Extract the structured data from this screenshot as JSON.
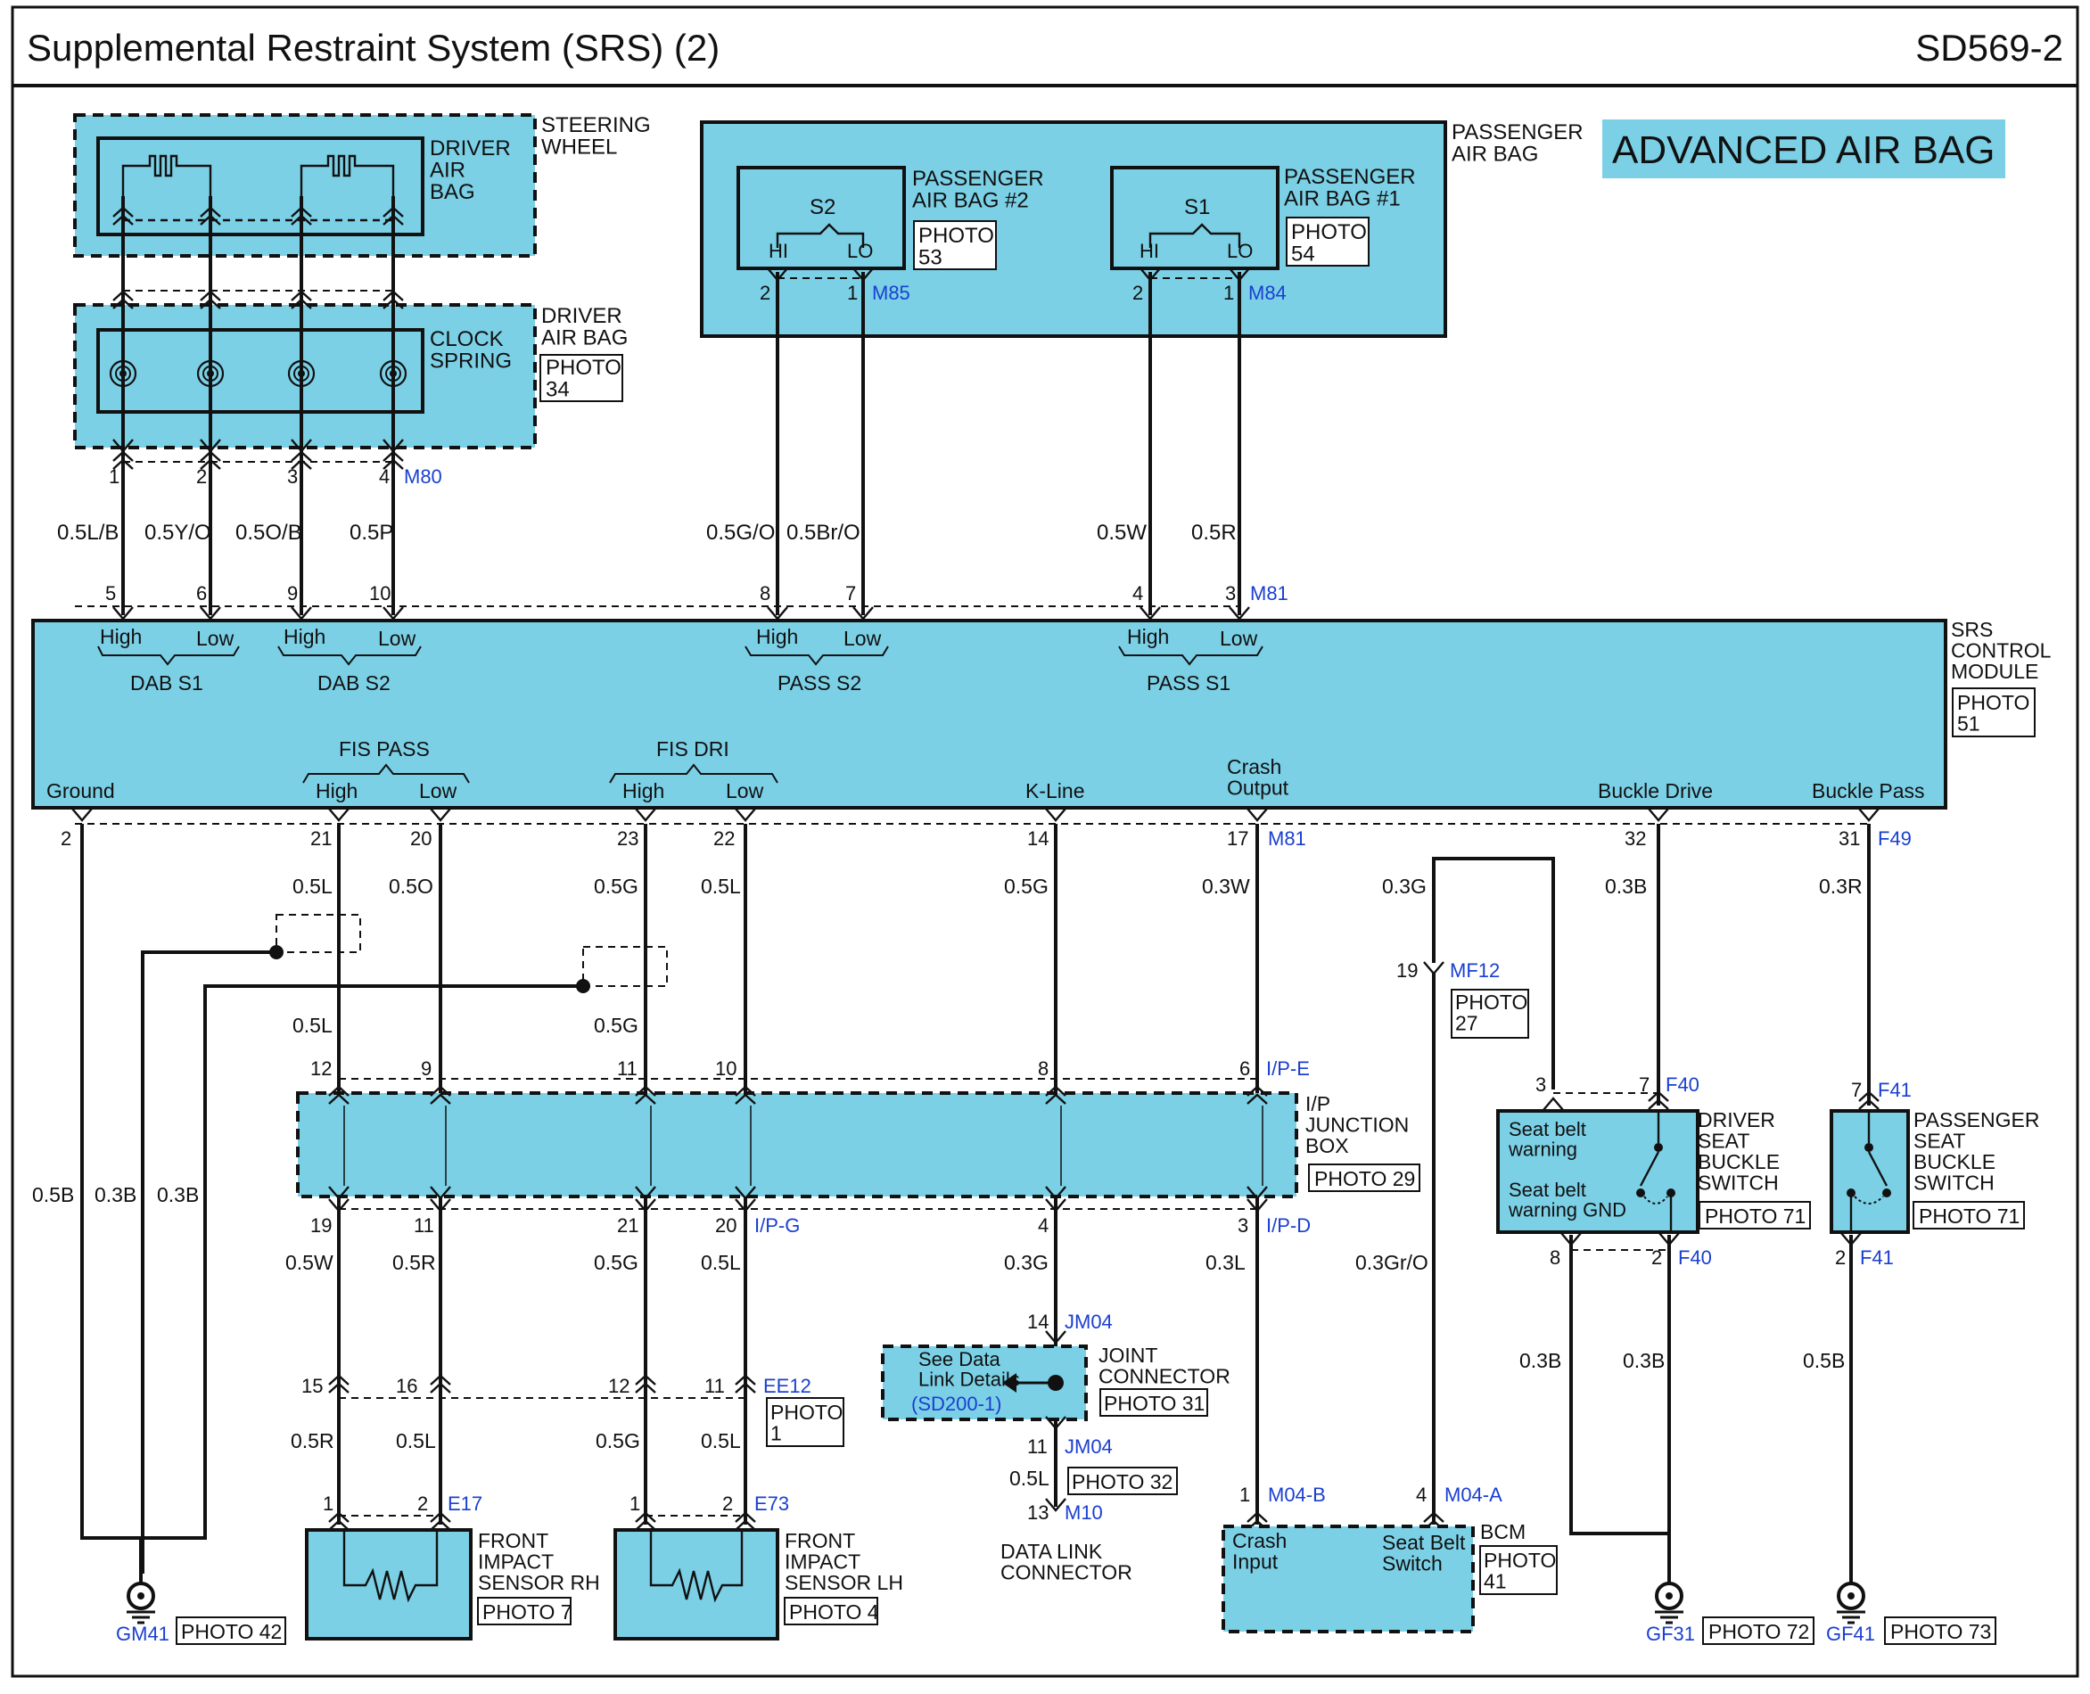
{
  "header": {
    "title": "Supplemental Restraint System (SRS) (2)",
    "code": "SD569-2"
  },
  "banner": "ADVANCED AIR BAG",
  "components": {
    "steering_wheel": "STEERING\nWHEEL",
    "driver_air_bag": "DRIVER\nAIR\nBAG",
    "clock_spring": "CLOCK\nSPRING",
    "clock_spring_group": "DRIVER\nAIR BAG",
    "clock_spring_photo": "PHOTO\n34",
    "passenger_air_bag": "PASSENGER\nAIR BAG",
    "pab2": "PASSENGER\nAIR BAG #2",
    "pab2_photo": "PHOTO\n53",
    "pab1": "PASSENGER\nAIR BAG #1",
    "pab1_photo": "PHOTO\n54",
    "s2": "S2",
    "s1": "S1",
    "hi": "HI",
    "lo": "LO",
    "srs_module": "SRS\nCONTROL\nMODULE",
    "srs_photo": "PHOTO\n51",
    "ip_junction": "I/P\nJUNCTION\nBOX",
    "ip_photo": "PHOTO 29",
    "joint_connector": "JOINT\nCONNECTOR",
    "joint_photo": "PHOTO 31",
    "see_data_link": "See Data\nLink Details",
    "see_data_link_ref": "(SD200-1)",
    "jm04_photo": "PHOTO 32",
    "data_link_connector": "DATA LINK\nCONNECTOR",
    "ee12_photo": "PHOTO\n1",
    "sensor_rh": "FRONT\nIMPACT\nSENSOR RH",
    "sensor_rh_photo": "PHOTO 7",
    "sensor_lh": "FRONT\nIMPACT\nSENSOR LH",
    "sensor_lh_photo": "PHOTO 4",
    "bcm": "BCM",
    "bcm_photo": "PHOTO\n41",
    "bcm_crash": "Crash\nInput",
    "bcm_seatbelt": "Seat Belt\nSwitch",
    "mf12_photo": "PHOTO\n27",
    "driver_buckle": "DRIVER\nSEAT\nBUCKLE\nSWITCH",
    "driver_buckle_photo": "PHOTO 71",
    "seatbelt_warning": "Seat belt\nwarning",
    "seatbelt_warning_gnd": "Seat belt\nwarning GND",
    "pass_buckle": "PASSENGER\nSEAT\nBUCKLE\nSWITCH",
    "pass_buckle_photo": "PHOTO 71",
    "gm41": "GM41",
    "gm41_photo": "PHOTO 42",
    "gf31": "GF31",
    "gf31_photo": "PHOTO 72",
    "gf41": "GF41",
    "gf41_photo": "PHOTO 73"
  },
  "srs_pins": {
    "high": "High",
    "low": "Low",
    "dab_s1": "DAB S1",
    "dab_s2": "DAB S2",
    "pass_s2": "PASS S2",
    "pass_s1": "PASS S1",
    "ground": "Ground",
    "fis_pass": "FIS PASS",
    "fis_dri": "FIS DRI",
    "k_line": "K-Line",
    "crash_output": "Crash\nOutput",
    "buckle_drive": "Buckle Drive",
    "buckle_pass": "Buckle Pass"
  },
  "connectors": {
    "m80": "M80",
    "m81": "M81",
    "m85": "M85",
    "m84": "M84",
    "f49": "F49",
    "ip_e": "I/P-E",
    "ip_g": "I/P-G",
    "ip_d": "I/P-D",
    "mf12": "MF12",
    "f40": "F40",
    "f41": "F41",
    "jm04": "JM04",
    "m10": "M10",
    "ee12": "EE12",
    "e17": "E17",
    "e73": "E73",
    "m04b": "M04-B",
    "m04a": "M04-A"
  },
  "pins": {
    "p1": "1",
    "p2": "2",
    "p3": "3",
    "p4": "4",
    "p5": "5",
    "p6": "6",
    "p7": "7",
    "p8": "8",
    "p9": "9",
    "p10": "10",
    "p11": "11",
    "p12": "12",
    "p13": "13",
    "p14": "14",
    "p15": "15",
    "p16": "16",
    "p17": "17",
    "p19": "19",
    "p20": "20",
    "p21": "21",
    "p22": "22",
    "p23": "23",
    "p31": "31",
    "p32": "32"
  },
  "wires": {
    "w_lb": "0.5L/B",
    "w_yo": "0.5Y/O",
    "w_ob": "0.5O/B",
    "w_p": "0.5P",
    "w_go": "0.5G/O",
    "w_bro": "0.5Br/O",
    "w_w": "0.5W",
    "w_r": "0.5R",
    "w_05l": "0.5L",
    "w_05o": "0.5O",
    "w_05g": "0.5G",
    "w_03w": "0.3W",
    "w_03g": "0.3G",
    "w_03b": "0.3B",
    "w_03r": "0.3R",
    "w_05b": "0.5B",
    "w_03l": "0.3L",
    "w_03gro": "0.3Gr/O"
  }
}
